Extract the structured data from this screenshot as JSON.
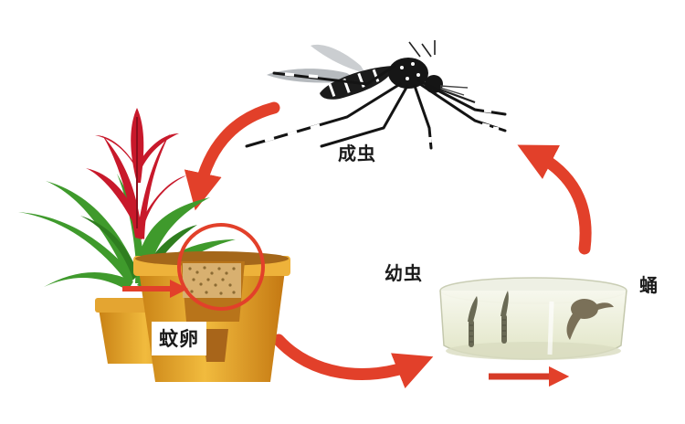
{
  "labels": {
    "adult": "成虫",
    "larva": "幼虫",
    "pupa": "蛹",
    "egg": "蚊卵"
  },
  "colors": {
    "cycle_arrow": "#e2402a",
    "pot": "#e0a12a",
    "pot_shadow": "#b8741a",
    "flower": "#c8192b",
    "leaf": "#3f9a2c",
    "water": "#e9eed6",
    "mosquito": "#1b1b1b"
  },
  "icons": [
    "mosquito-adult-icon",
    "flower-pot-icon",
    "larva-dish-icon",
    "cycle-arrow-icon"
  ]
}
